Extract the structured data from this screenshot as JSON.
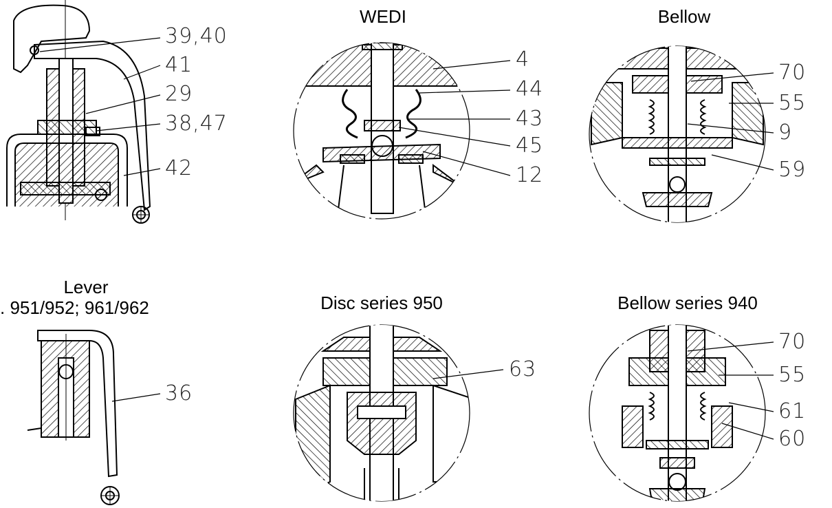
{
  "titles": {
    "wedi": "WEDI",
    "bellow": "Bellow",
    "lever_line1": "Lever",
    "lever_line2": ". 951/952; 961/962",
    "disc_950": "Disc series 950",
    "bellow_940": "Bellow series 940"
  },
  "callouts": {
    "c_39_40": "39,40",
    "c_41": "41",
    "c_29": "29",
    "c_38_47": "38,47",
    "c_42": "42",
    "c_4": "4",
    "c_44": "44",
    "c_43": "43",
    "c_45": "45",
    "c_12": "12",
    "c_70a": "70",
    "c_55a": "55",
    "c_9": "9",
    "c_59": "59",
    "c_36": "36",
    "c_63": "63",
    "c_70b": "70",
    "c_55b": "55",
    "c_61": "61",
    "c_60": "60"
  }
}
